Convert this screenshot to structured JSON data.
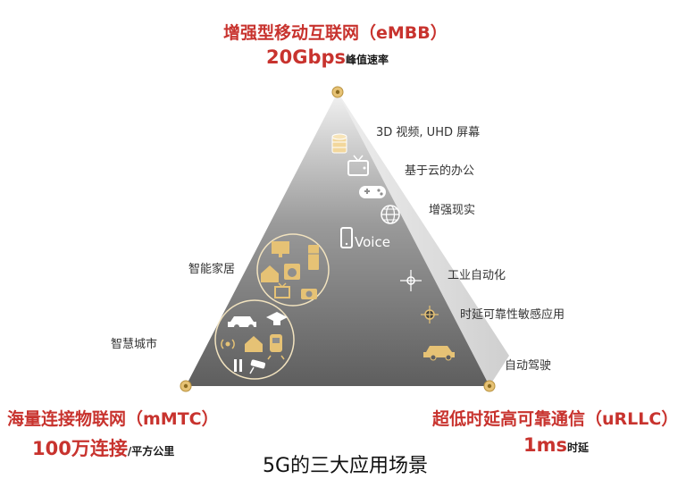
{
  "top": {
    "title": "增强型移动互联网（eMBB）",
    "metric_value": "20Gbps",
    "metric_unit": "峰值速率"
  },
  "bottom_left": {
    "title": "海量连接物联网（mMTC）",
    "metric_value": "100万连接",
    "metric_unit": "/平方公里"
  },
  "bottom_right": {
    "title": "超低时延高可靠通信（uRLLC）",
    "metric_value": "1ms",
    "metric_unit": "时延"
  },
  "right_labels": {
    "video": "3D 视频, UHD 屏幕",
    "cloud_office": "基于云的办公",
    "ar": "增强现实",
    "industrial": "工业自动化",
    "reliable_apps": "时延可靠性敏感应用",
    "autonomous": "自动驾驶"
  },
  "left_labels": {
    "smart_home": "智能家居",
    "smart_city": "智慧城市"
  },
  "voice_label": "Voice",
  "caption": "5G的三大应用场景",
  "colors": {
    "accent_red": "#c8332e",
    "gold": "#e6c275",
    "triangle_dark": "#6b6b6b",
    "triangle_light": "#dcdcdc"
  }
}
